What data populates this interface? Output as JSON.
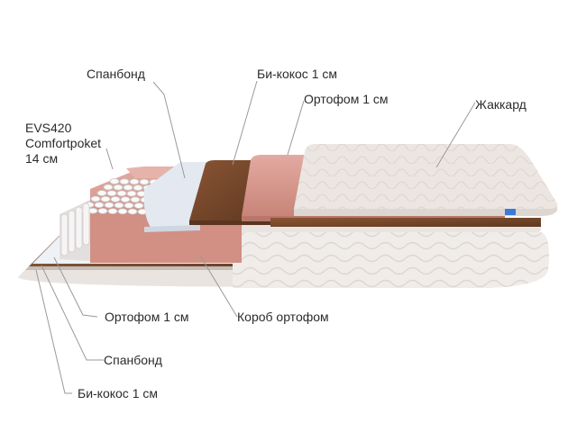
{
  "labels": {
    "spunbond_top": "Спанбонд",
    "bicoco_top": "Би-кокос 1 см",
    "ortofom_top": "Ортофом 1 см",
    "jacquard": "Жаккард",
    "springs_line1": "EVS420",
    "springs_line2": "Comfortpoket",
    "springs_line3": "14 см",
    "ortofom_bottom": "Ортофом 1 см",
    "box_ortofom": "Короб ортофом",
    "spunbond_bottom": "Спанбонд",
    "bicoco_bottom": "Би-кокос 1 см"
  },
  "colors": {
    "jacquard": "#ece6e2",
    "ortofom": "#d9998f",
    "bicoco": "#7a4a2e",
    "spunbond": "#e6ebf2",
    "springs": "#f4f2f2",
    "base": "#f0ece9",
    "leader": "#9a9a9a",
    "tag": "#3c7ad9"
  }
}
